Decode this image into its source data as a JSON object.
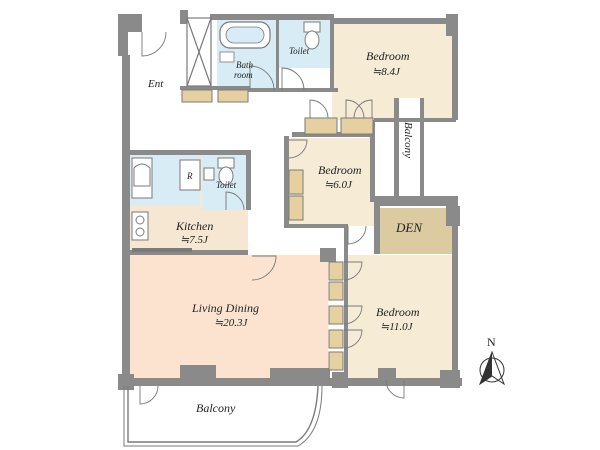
{
  "rooms": {
    "entrance": {
      "label": "Ent"
    },
    "bathroom": {
      "label_line1": "Bath",
      "label_line2": "room"
    },
    "toilet_top": {
      "label": "Toilet"
    },
    "bedroom_top": {
      "label": "Bedroom",
      "area": "≒8.4J"
    },
    "balcony_side": {
      "label": "Balcony"
    },
    "bedroom_mid": {
      "label": "Bedroom",
      "area": "≒6.0J"
    },
    "den": {
      "label": "DEN"
    },
    "kitchen": {
      "label": "Kitchen",
      "area": "≒7.5J"
    },
    "toilet_mid": {
      "label": "Toilet"
    },
    "fridge": {
      "label": "R"
    },
    "living": {
      "label": "Living Dining",
      "area": "≒20.3J"
    },
    "bedroom_large": {
      "label": "Bedroom",
      "area": "≒11.0J"
    },
    "balcony_bottom": {
      "label": "Balcony"
    }
  },
  "compass": {
    "label": "N"
  },
  "colors": {
    "wall": "#8a8a8a",
    "living_floor": "#fbe3cf",
    "bedroom_floor": "#f6ecd6",
    "wet_area": "#d7ecf5",
    "den_floor": "#dccba0",
    "closet": "#e6d0a0"
  }
}
